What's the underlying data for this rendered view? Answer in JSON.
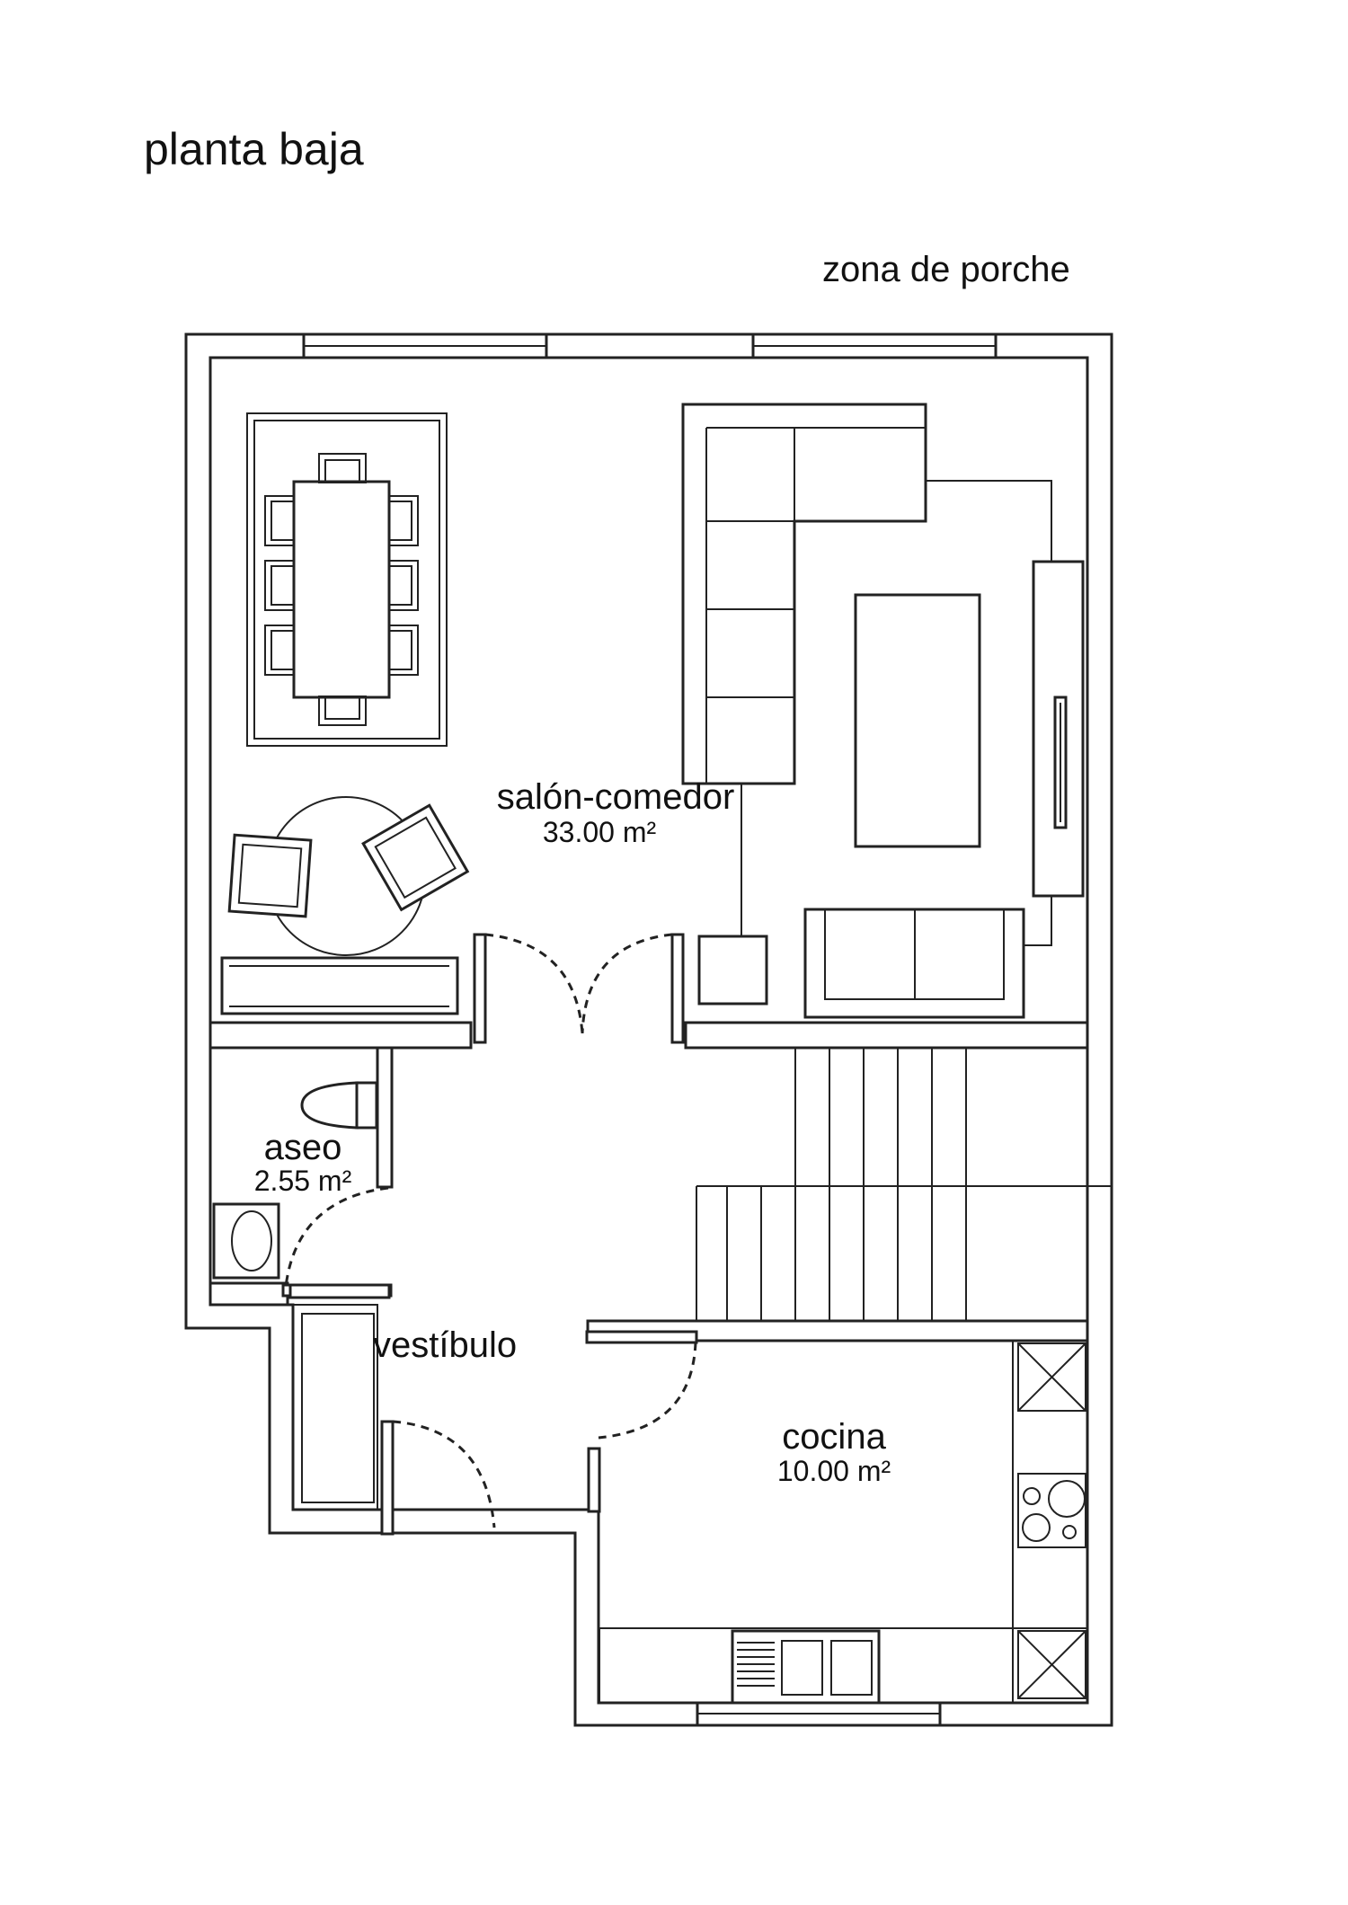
{
  "plan": {
    "title": "planta baja",
    "porch_label": "zona de porche",
    "rooms": {
      "living": {
        "name": "salón-comedor",
        "area": "33.00 m²"
      },
      "toilet": {
        "name": "aseo",
        "area": "2.55 m²"
      },
      "hall": {
        "name": "vestíbulo"
      },
      "kitchen": {
        "name": "cocina",
        "area": "10.00 m²"
      }
    }
  },
  "colors": {
    "line": "#222222",
    "background": "#ffffff"
  }
}
